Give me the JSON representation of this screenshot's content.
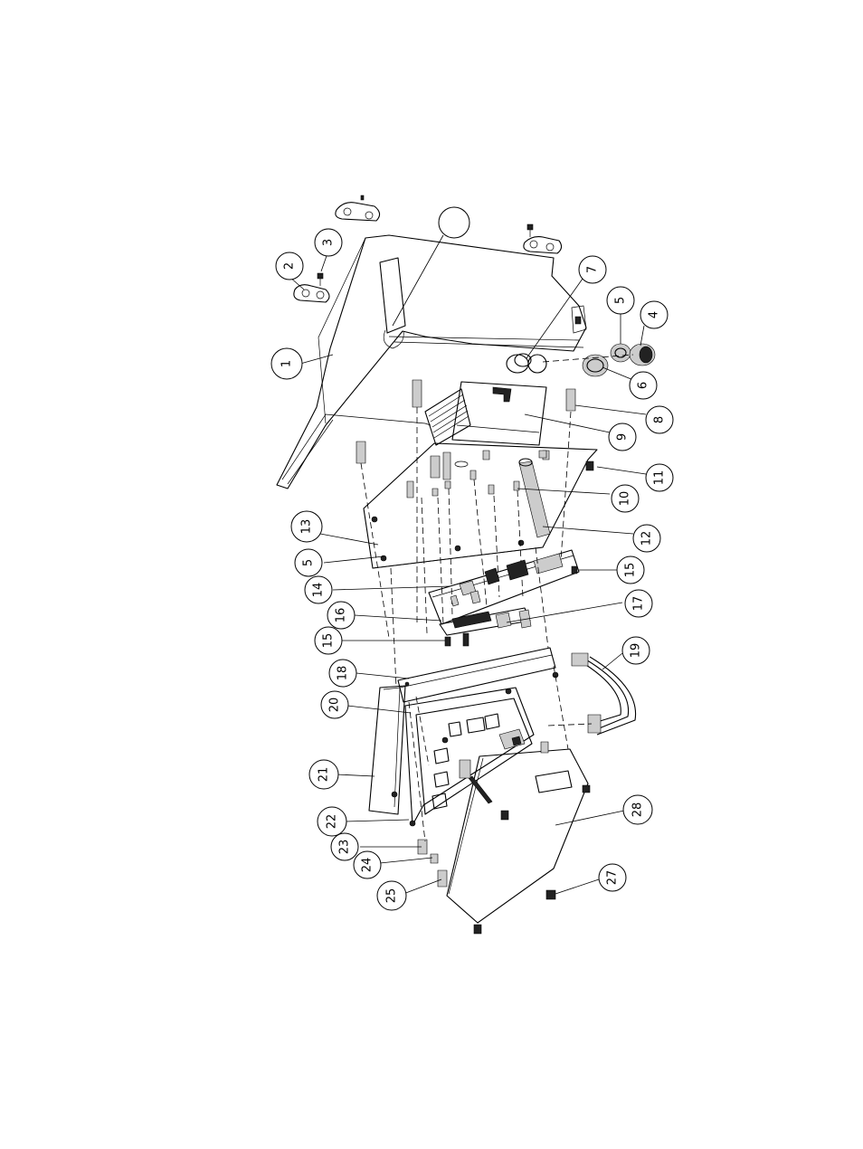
{
  "balloons": [
    "1",
    "2",
    "3",
    "4",
    "5",
    "6",
    "7",
    "8",
    "9",
    "10",
    "11",
    "12",
    "13",
    "5",
    "14",
    "15",
    "16",
    "15",
    "17",
    "18",
    "19",
    "20",
    "21",
    "22",
    "23",
    "24",
    "25",
    "27",
    "28",
    ""
  ]
}
